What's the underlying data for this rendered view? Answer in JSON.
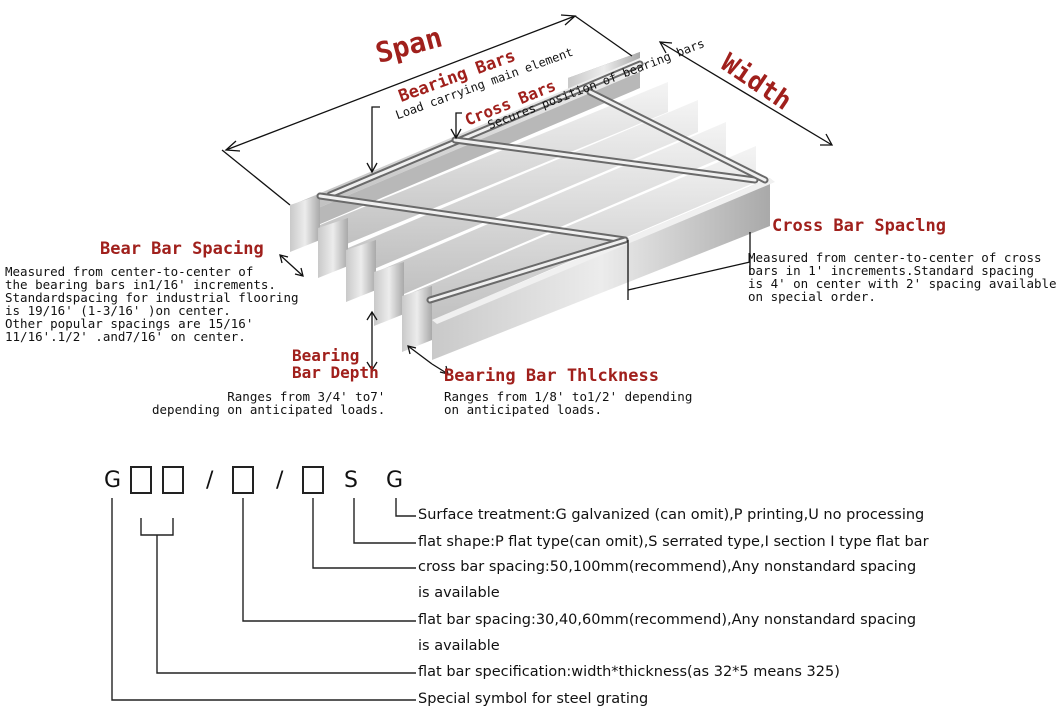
{
  "labels": {
    "span": "Span",
    "width": "Width",
    "bearing_bars": "Bearing Bars",
    "bearing_bars_desc": "Load carrying main element",
    "cross_bars": "Cross Bars",
    "cross_bars_desc": "Secures position of bearing bars",
    "cross_bar_spacing": "Cross Bar Spaclng",
    "cross_bar_spacing_desc": "Measured from center-to-center of cross\nbars in 1' increments.Standard spacing\nis 4' on center with 2' spacing available\non special order.",
    "bear_bar_spacing": "Bear Bar Spacing",
    "bear_bar_spacing_desc": "Measured from center-to-center of\nthe bearing bars in1/16' increments.\nStandardspacing for industrial flooring\nis 19/16' (1-3/16' )on center.\nOther popular spacings are 15/16'\n11/16'.1/2' .and7/16' on center.",
    "bearing_bar_depth_1": "Bearing",
    "bearing_bar_depth_2": "Bar Depth",
    "bearing_bar_depth_desc": "Ranges from 3/4' to7'\ndepending on anticipated loads.",
    "bearing_bar_thickness": "Bearing Bar Thlckness",
    "bearing_bar_thickness_desc": "Ranges from 1/8' to1/2' depending\non anticipated loads."
  },
  "code": {
    "g1": "G",
    "slash1": "/",
    "slash2": "/",
    "s": "S",
    "g2": "G"
  },
  "legend": [
    "Surface treatment:G galvanized (can omit),P printing,U no processing",
    "flat shape:P flat type(can omit),S serrated type,I section I type flat bar",
    "cross bar spacing:50,100mm(recommend),Any nonstandard spacing",
    "is available",
    "flat bar spacing:30,40,60mm(recommend),Any nonstandard spacing",
    "is available",
    "flat bar specification:width*thickness(as 32*5 means 325)",
    "Special symbol for steel grating"
  ],
  "colors": {
    "label_red": "#a0201c",
    "metal_light": "#d9d9d9",
    "metal_dark": "#8a8a8a"
  }
}
